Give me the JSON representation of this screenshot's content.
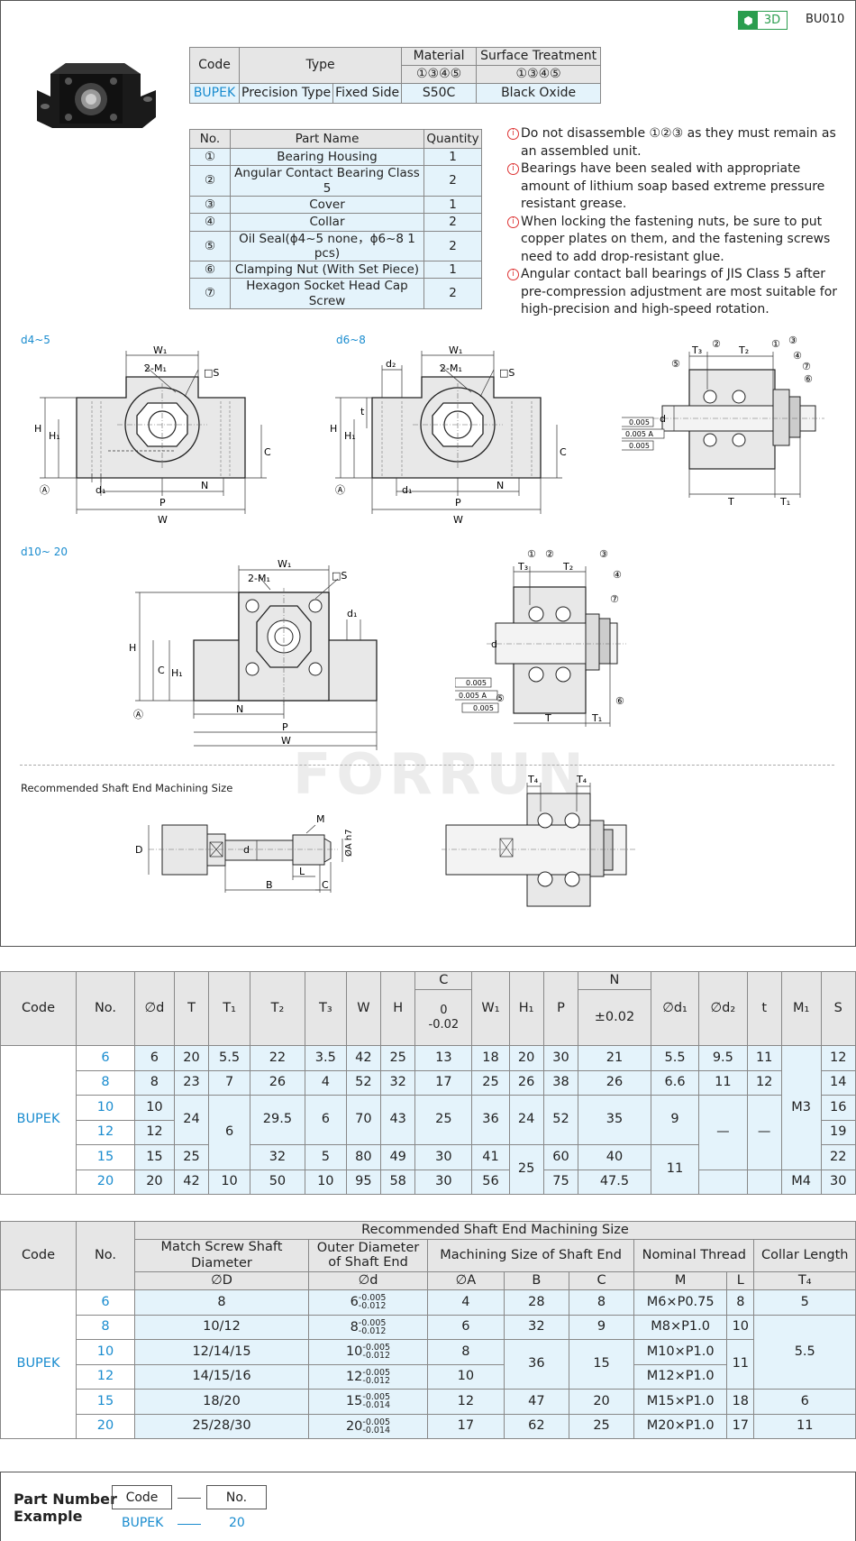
{
  "header": {
    "badge_3d": "3D",
    "part_code": "BU010"
  },
  "code_table": {
    "headers": {
      "code": "Code",
      "type": "Type",
      "material": "Material",
      "surface": "Surface Treatment",
      "material_marks": "①③④⑤",
      "surface_marks": "①③④⑤"
    },
    "row": {
      "code": "BUPEK",
      "type1": "Precision Type",
      "type2": "Fixed Side",
      "material": "S50C",
      "surface": "Black Oxide"
    }
  },
  "parts_table": {
    "headers": {
      "no": "No.",
      "name": "Part Name",
      "qty": "Quantity"
    },
    "rows": [
      {
        "no": "①",
        "name": "Bearing Housing",
        "qty": "1"
      },
      {
        "no": "②",
        "name": "Angular Contact Bearing Class 5",
        "qty": "2"
      },
      {
        "no": "③",
        "name": "Cover",
        "qty": "1"
      },
      {
        "no": "④",
        "name": "Collar",
        "qty": "2"
      },
      {
        "no": "⑤",
        "name": "Oil Seal(ϕ4~5 none，ϕ6~8 1 pcs)",
        "qty": "2"
      },
      {
        "no": "⑥",
        "name": "Clamping Nut (With Set Piece)",
        "qty": "1"
      },
      {
        "no": "⑦",
        "name": "Hexagon Socket Head Cap Screw",
        "qty": "2"
      }
    ]
  },
  "notes": [
    {
      "icon": "i",
      "text": "Do not disassemble ①②③ as they must remain as an assembled unit."
    },
    {
      "icon": "i",
      "text": "Bearings have been sealed with appropriate amount of lithium soap based extreme pressure resistant grease."
    },
    {
      "icon": "i",
      "text": "When locking the fastening nuts, be sure to put copper plates on them, and the fastening screws need to add drop-resistant glue."
    },
    {
      "icon": "i",
      "text": "Angular contact ball bearings of JIS Class 5 after pre-compression adjustment are most suitable for high-precision and high-speed rotation."
    }
  ],
  "drawings": {
    "label_d4_5": "d4~5",
    "label_d6_8": "d6~8",
    "label_d10_20": "d10~ 20",
    "label_rec": "Recommended Shaft End Machining Size",
    "watermark": "FORRUN",
    "dims": {
      "W1": "W₁",
      "M1": "2-M₁",
      "S": "□S",
      "H": "H",
      "H1": "H₁",
      "C": "C",
      "A": "Ⓐ",
      "d1": "d₁",
      "d2": "d₂",
      "t": "t",
      "N": "N",
      "P": "P",
      "W": "W",
      "T": "T",
      "T1": "T₁",
      "T2": "T₂",
      "T3": "T₃",
      "T4": "T₄",
      "d": "d",
      "D": "D",
      "M": "M",
      "L": "L",
      "B": "B",
      "phiA": "ØA h7",
      "tol1": "0.005",
      "tol2": "0.005 A",
      "tol3": "0.005",
      "n1": "①",
      "n2": "②",
      "n3": "③",
      "n4": "④",
      "n5": "⑤",
      "n6": "⑥",
      "n7": "⑦"
    }
  },
  "dim_table": {
    "headers": [
      "Code",
      "No.",
      "∅d",
      "T",
      "T₁",
      "T₂",
      "T₃",
      "W",
      "H",
      "C",
      "W₁",
      "H₁",
      "P",
      "N",
      "∅d₁",
      "∅d₂",
      "t",
      "M₁",
      "S"
    ],
    "c_tol": "0\n-0.02",
    "n_tol": "±0.02",
    "code": "BUPEK",
    "rows": [
      [
        "6",
        "6",
        "20",
        "5.5",
        "22",
        "3.5",
        "42",
        "25",
        "13",
        "18",
        "20",
        "30",
        "21",
        "5.5",
        "9.5",
        "11",
        "",
        "12"
      ],
      [
        "8",
        "8",
        "23",
        "7",
        "26",
        "4",
        "52",
        "32",
        "17",
        "25",
        "26",
        "38",
        "26",
        "6.6",
        "11",
        "12",
        "",
        "14"
      ],
      [
        "10",
        "10",
        "24",
        "6",
        "29.5",
        "6",
        "70",
        "43",
        "25",
        "36",
        "24",
        "52",
        "35",
        "9",
        "—",
        "—",
        "M3",
        "16"
      ],
      [
        "12",
        "12",
        "",
        "",
        "",
        "",
        "",
        "",
        "",
        "",
        "",
        "",
        "",
        "",
        "",
        "",
        "",
        "19"
      ],
      [
        "15",
        "15",
        "25",
        "",
        "32",
        "5",
        "80",
        "49",
        "30",
        "41",
        "25",
        "60",
        "40",
        "11",
        "",
        "",
        "",
        "22"
      ],
      [
        "20",
        "20",
        "42",
        "10",
        "50",
        "10",
        "95",
        "58",
        "30",
        "56",
        "",
        "75",
        "47.5",
        "",
        "",
        "",
        "M4",
        "30"
      ]
    ]
  },
  "rec_table": {
    "title": "Recommended Shaft End Machining Size",
    "h_code": "Code",
    "h_no": "No.",
    "groups": [
      "Match Screw Shaft Diameter",
      "Outer Diameter\nof Shaft End",
      "Machining Size of Shaft End",
      "Nominal Thread",
      "Collar Length"
    ],
    "subs": [
      "∅D",
      "∅d",
      "∅A",
      "B",
      "C",
      "M",
      "L",
      "T₄"
    ],
    "code": "BUPEK",
    "rows": [
      {
        "no": "6",
        "D": "8",
        "d": "6",
        "up": "-0.005",
        "lo": "-0.012",
        "A": "4",
        "B": "28",
        "C": "8",
        "M": "M6×P0.75",
        "L": "8",
        "T4": "5"
      },
      {
        "no": "8",
        "D": "10/12",
        "d": "8",
        "up": "-0.005",
        "lo": "-0.012",
        "A": "6",
        "B": "32",
        "C": "9",
        "M": "M8×P1.0",
        "L": "10",
        "T4": "5.5"
      },
      {
        "no": "10",
        "D": "12/14/15",
        "d": "10",
        "up": "-0.005",
        "lo": "-0.012",
        "A": "8",
        "B": "36",
        "C": "15",
        "M": "M10×P1.0",
        "L": "11",
        "T4": ""
      },
      {
        "no": "12",
        "D": "14/15/16",
        "d": "12",
        "up": "-0.005",
        "lo": "-0.012",
        "A": "10",
        "B": "",
        "C": "",
        "M": "M12×P1.0",
        "L": "",
        "T4": ""
      },
      {
        "no": "15",
        "D": "18/20",
        "d": "15",
        "up": "-0.005",
        "lo": "-0.014",
        "A": "12",
        "B": "47",
        "C": "20",
        "M": "M15×P1.0",
        "L": "18",
        "T4": "6"
      },
      {
        "no": "20",
        "D": "25/28/30",
        "d": "20",
        "up": "-0.005",
        "lo": "-0.014",
        "A": "17",
        "B": "62",
        "C": "25",
        "M": "M20×P1.0",
        "L": "17",
        "T4": "11"
      }
    ]
  },
  "part_number": {
    "title": "Part Number\nExample",
    "code_label": "Code",
    "no_label": "No.",
    "code_value": "BUPEK",
    "no_value": "20"
  }
}
